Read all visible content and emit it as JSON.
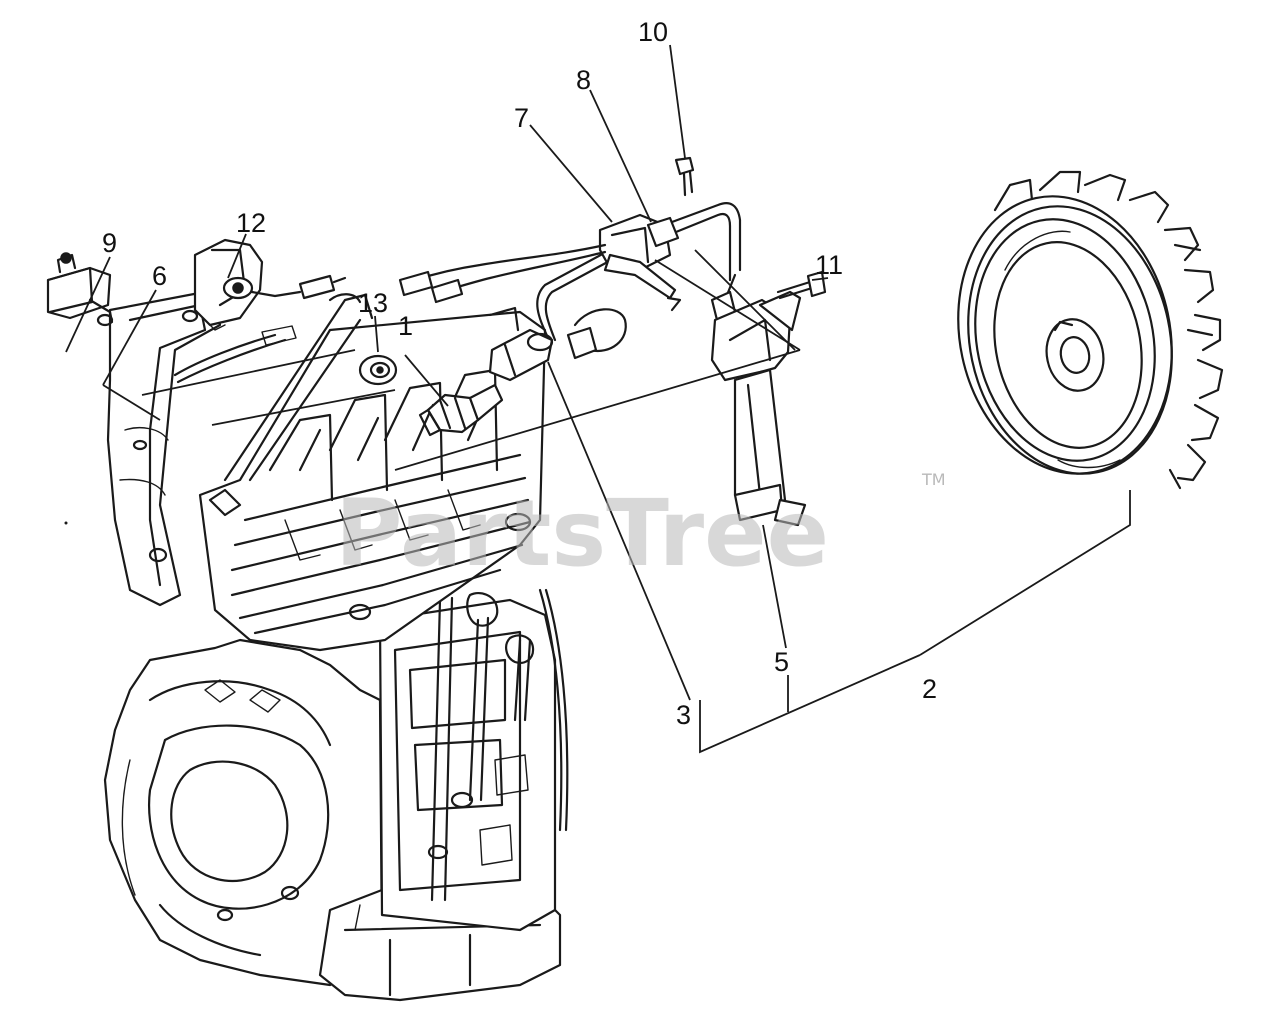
{
  "watermark": {
    "text": "PartsTree",
    "trademark": "TM"
  },
  "callouts": {
    "c1": "1",
    "c2": "2",
    "c3": "3",
    "c5": "5",
    "c6": "6",
    "c7": "7",
    "c8": "8",
    "c9": "9",
    "c10": "10",
    "c11": "11",
    "c12": "12",
    "c13": "13"
  },
  "colors": {
    "ink": "#1a1a1a",
    "background": "#ffffff",
    "watermark": "#b9b9b9"
  }
}
